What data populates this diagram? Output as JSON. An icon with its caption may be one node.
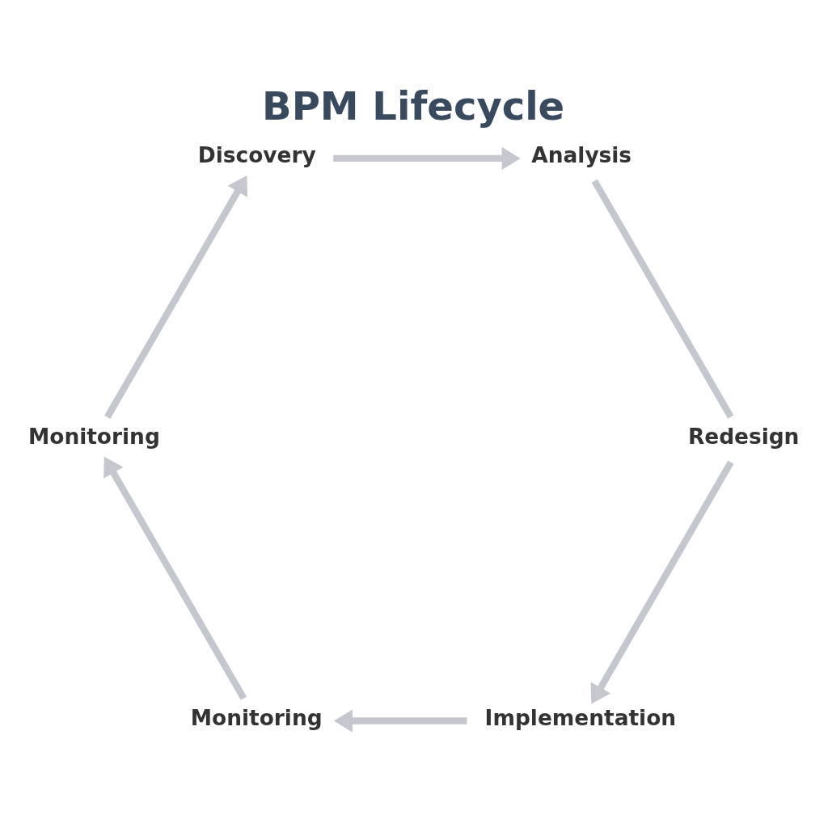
{
  "diagram": {
    "title": "BPM Lifecycle",
    "nodes": [
      {
        "text": [
          "Discovery"
        ]
      },
      {
        "text": [
          "Analysis"
        ]
      },
      {
        "text": [
          "Redesign"
        ]
      },
      {
        "text": [
          "Implementation"
        ]
      },
      {
        "text": [
          "Monitoring"
        ]
      },
      {
        "text": [
          "Monitoring"
        ]
      }
    ],
    "edges": [
      {
        "from": 0,
        "to": 1,
        "arrow": "to"
      },
      {
        "from": 1,
        "to": 2,
        "arrow": "none"
      },
      {
        "from": 2,
        "to": 3,
        "arrow": "to"
      },
      {
        "from": 3,
        "to": 4,
        "arrow": "to"
      },
      {
        "from": 4,
        "to": 5,
        "arrow": "to"
      },
      {
        "from": 5,
        "to": 0,
        "arrow": "to"
      }
    ]
  }
}
